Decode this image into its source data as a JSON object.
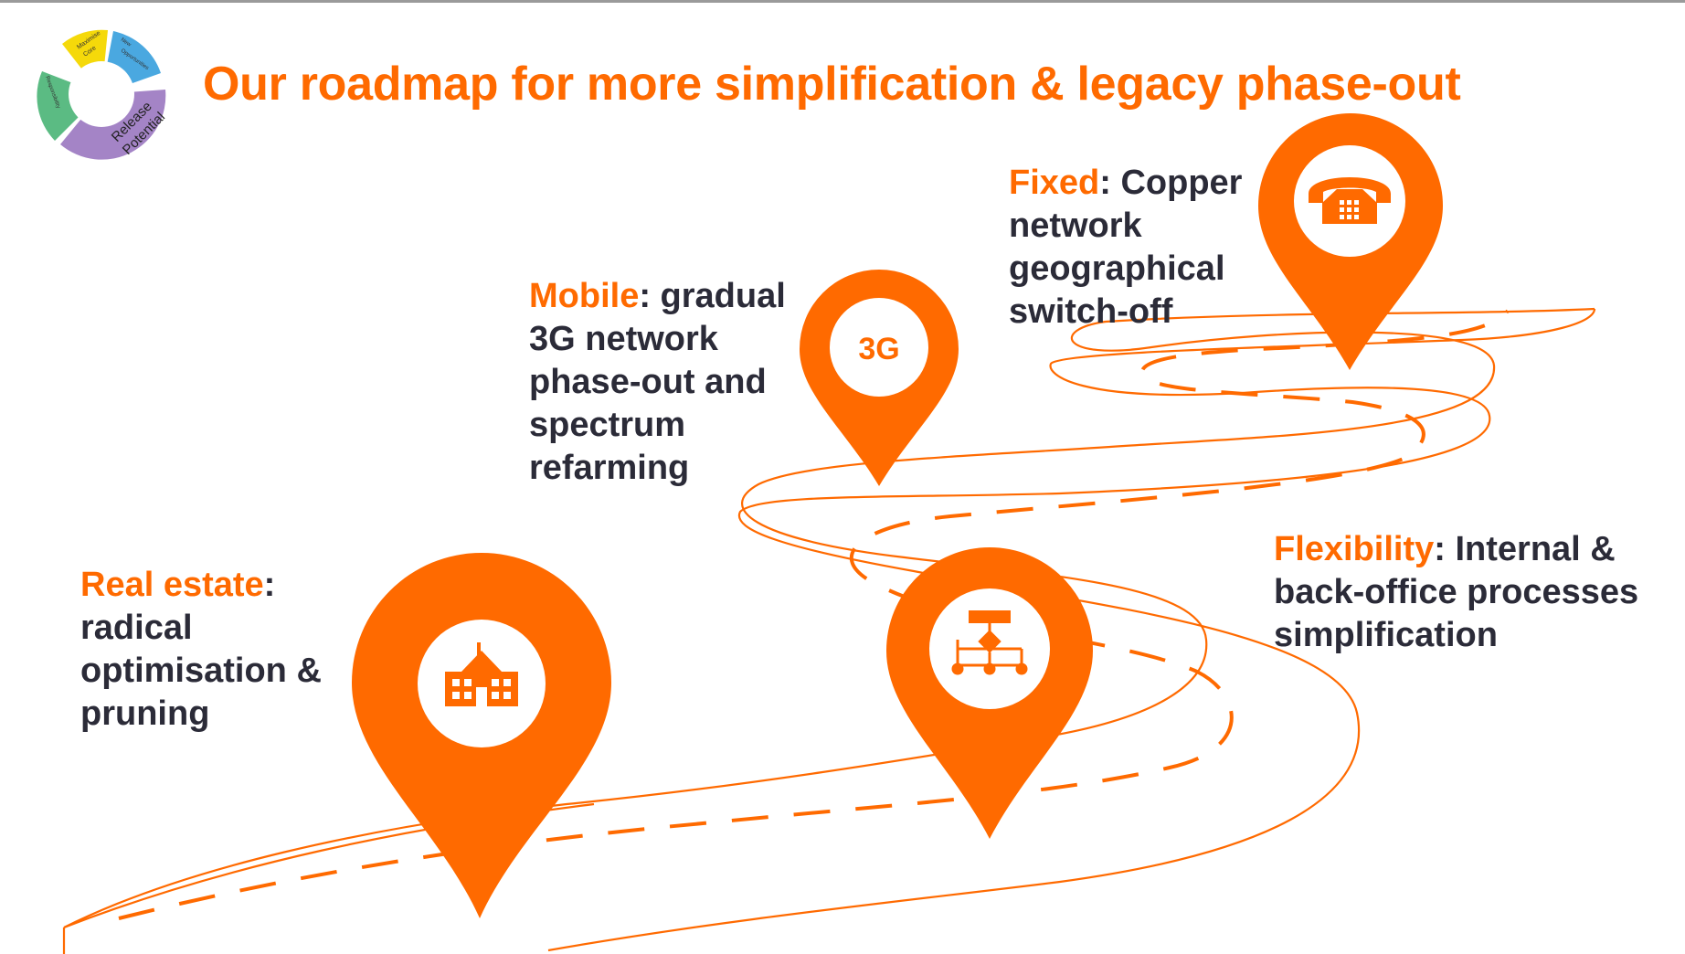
{
  "slide": {
    "title": "Our roadmap for more simplification & legacy phase-out"
  },
  "logo": {
    "segments": [
      {
        "label_1": "Maximise",
        "label_2": "Core"
      },
      {
        "label_1": "New",
        "label_2": "Opportunities"
      },
      {
        "label_1": "Release",
        "label_2": "Potential"
      },
      {
        "label_1": "Responsibility",
        "label_2": ""
      }
    ],
    "colors": {
      "yellow": "#f5d90a",
      "blue": "#4aa8e0",
      "purple": "#a484c6",
      "green": "#5bbb83"
    }
  },
  "milestones": {
    "real_estate": {
      "highlight": "Real estate",
      "text_1": ":",
      "text_2": "radical",
      "text_3": "optimisation &",
      "text_4": "pruning",
      "icon": "building-icon"
    },
    "flexibility": {
      "highlight": "Flexibility",
      "text_1": ": Internal &",
      "text_2": "back-office processes",
      "text_3": "simplification",
      "icon": "org-chart-icon"
    },
    "mobile": {
      "highlight": "Mobile",
      "text_1": ": gradual",
      "text_2": "3G network",
      "text_3": "phase-out and",
      "text_4": "spectrum",
      "text_5": "refarming",
      "pin_label": "3G"
    },
    "fixed": {
      "highlight": "Fixed",
      "text_1": ": Copper",
      "text_2": "network",
      "text_3": "geographical",
      "text_4": "switch-off",
      "icon": "telephone-icon"
    }
  },
  "colors": {
    "accent": "#ff6a00",
    "text": "#2b2b38"
  }
}
